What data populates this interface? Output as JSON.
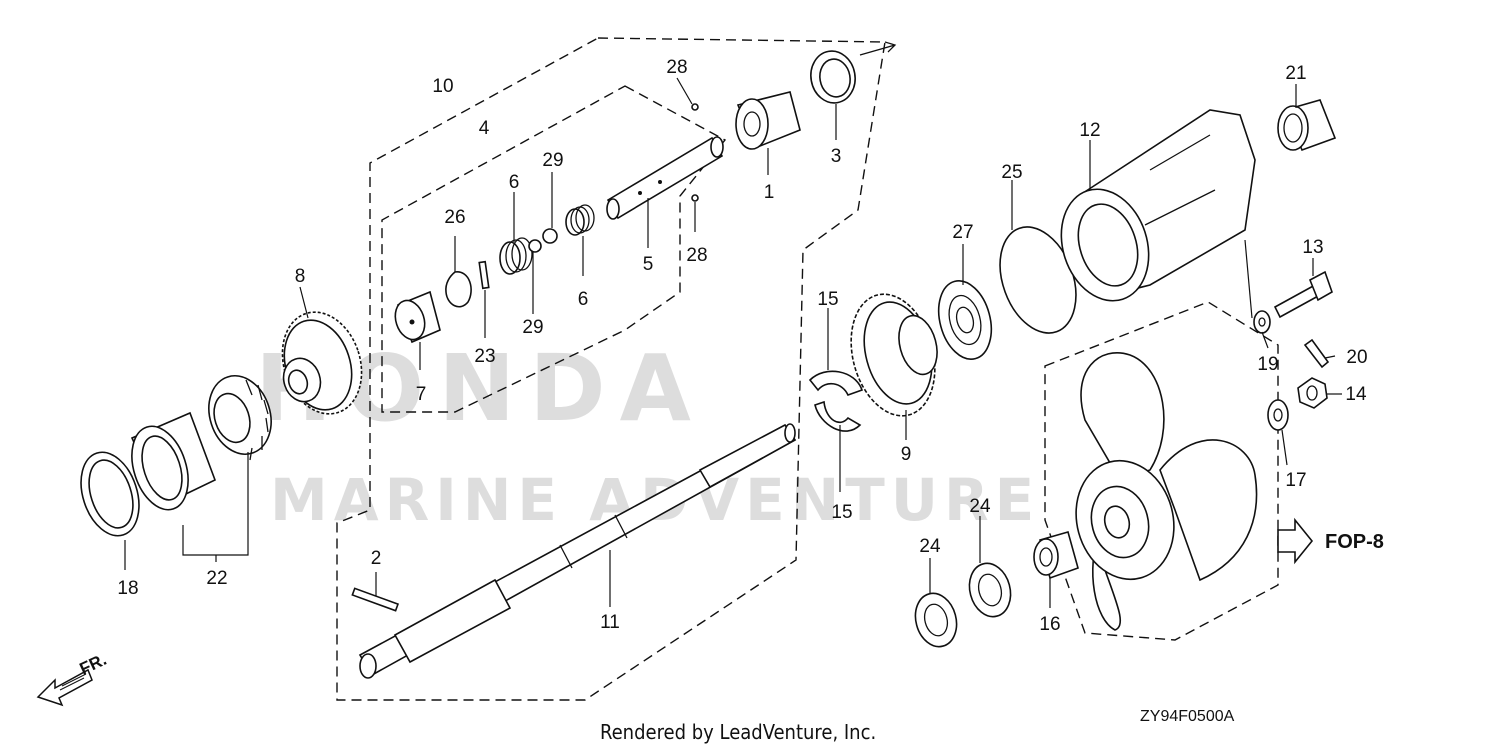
{
  "diagram": {
    "labels": {
      "p1": "1",
      "p2": "2",
      "p3": "3",
      "p4": "4",
      "p5": "5",
      "p6a": "6",
      "p6b": "6",
      "p7": "7",
      "p8": "8",
      "p9": "9",
      "p10": "10",
      "p11": "11",
      "p12": "12",
      "p13": "13",
      "p14": "14",
      "p15a": "15",
      "p15b": "15",
      "p16": "16",
      "p17": "17",
      "p18": "18",
      "p19": "19",
      "p20": "20",
      "p21": "21",
      "p22": "22",
      "p23": "23",
      "p24a": "24",
      "p24b": "24",
      "p25": "25",
      "p26": "26",
      "p27": "27",
      "p28a": "28",
      "p28b": "28",
      "p29a": "29",
      "p29b": "29"
    },
    "reference_label": "FOP-8",
    "direction_label": "FR.",
    "diagram_code": "ZY94F0500A",
    "credit": "Rendered by LeadVenture, Inc.",
    "watermark_line1": "HONDA",
    "watermark_line2": "MARINE ADVENTURE"
  },
  "colors": {
    "line": "#111111",
    "watermark": "#d8d8d8",
    "background": "#ffffff"
  }
}
